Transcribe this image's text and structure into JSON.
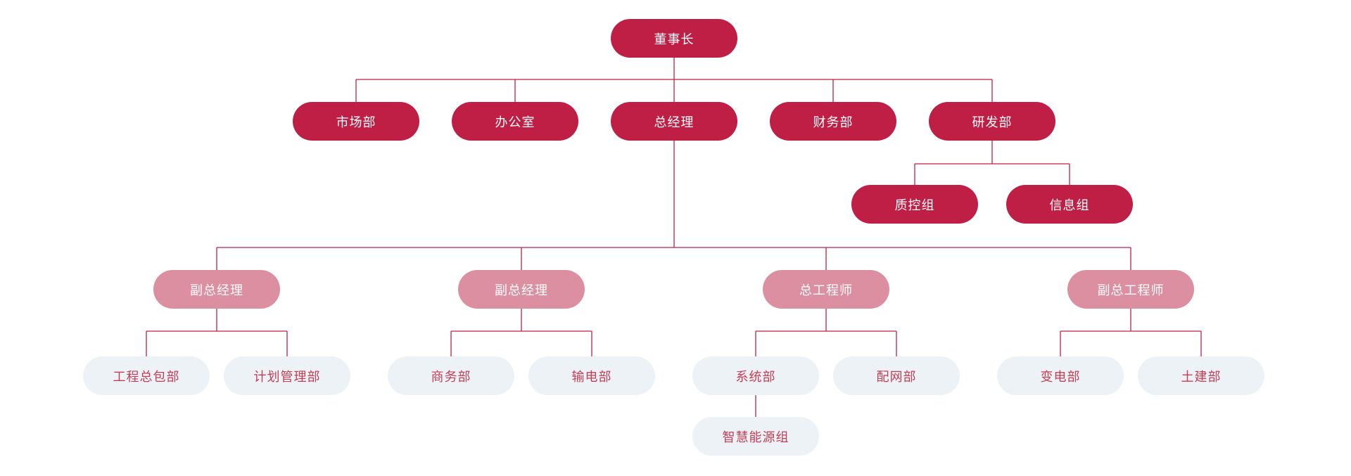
{
  "diagram": {
    "type": "org-chart",
    "title": "",
    "background": "#ffffff",
    "styles": {
      "level1": {
        "bg": "#c01f45",
        "text": "#ffffff"
      },
      "level2": {
        "bg": "#db8fa0",
        "text": "#ffffff"
      },
      "level3": {
        "bg": "#edf2f7",
        "text": "#c43f55"
      },
      "line": "#c02045"
    },
    "nodes": [
      {
        "id": "chairman",
        "label": "董事长",
        "style": "level1",
        "parent_index": null
      },
      {
        "id": "marketing-dept",
        "label": "市场部",
        "style": "level1",
        "parent_index": 0
      },
      {
        "id": "office",
        "label": "办公室",
        "style": "level1",
        "parent_index": 0
      },
      {
        "id": "general-manager",
        "label": "总经理",
        "style": "level1",
        "parent_index": 0
      },
      {
        "id": "finance-dept",
        "label": "财务部",
        "style": "level1",
        "parent_index": 0
      },
      {
        "id": "rnd-dept",
        "label": "研发部",
        "style": "level1",
        "parent_index": 0
      },
      {
        "id": "quality-control-group",
        "label": "质控组",
        "style": "level1",
        "parent_index": 5
      },
      {
        "id": "information-group",
        "label": "信息组",
        "style": "level1",
        "parent_index": 5
      },
      {
        "id": "deputy-gm-1",
        "label": "副总经理",
        "style": "level2",
        "parent_index": 3
      },
      {
        "id": "deputy-gm-2",
        "label": "副总经理",
        "style": "level2",
        "parent_index": 3
      },
      {
        "id": "chief-engineer",
        "label": "总工程师",
        "style": "level2",
        "parent_index": 3
      },
      {
        "id": "deputy-chief-engineer",
        "label": "副总工程师",
        "style": "level2",
        "parent_index": 3
      },
      {
        "id": "epc-dept",
        "label": "工程总包部",
        "style": "level3",
        "parent_index": 8
      },
      {
        "id": "planning-mgmt-dept",
        "label": "计划管理部",
        "style": "level3",
        "parent_index": 8
      },
      {
        "id": "commerce-dept",
        "label": "商务部",
        "style": "level3",
        "parent_index": 9
      },
      {
        "id": "transmission-dept",
        "label": "输电部",
        "style": "level3",
        "parent_index": 9
      },
      {
        "id": "system-dept",
        "label": "系统部",
        "style": "level3",
        "parent_index": 10
      },
      {
        "id": "distribution-dept",
        "label": "配网部",
        "style": "level3",
        "parent_index": 10
      },
      {
        "id": "substation-dept",
        "label": "变电部",
        "style": "level3",
        "parent_index": 11
      },
      {
        "id": "civil-works-dept",
        "label": "土建部",
        "style": "level3",
        "parent_index": 11
      },
      {
        "id": "smart-energy-group",
        "label": "智慧能源组",
        "style": "level3",
        "parent_index": 16
      }
    ]
  }
}
